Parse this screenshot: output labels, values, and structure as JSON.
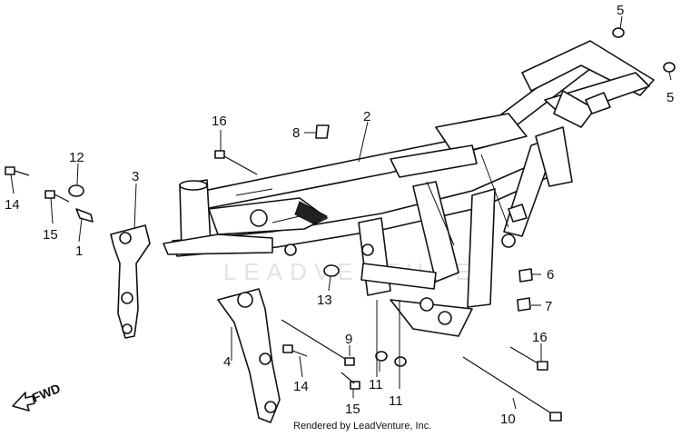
{
  "diagram": {
    "watermark": "LEADVENTURE",
    "credit": "Rendered by LeadVenture, Inc.",
    "direction_label": "FWD",
    "callouts": {
      "c1": "1",
      "c2": "2",
      "c3": "3",
      "c4": "4",
      "c5a": "5",
      "c5b": "5",
      "c6": "6",
      "c7": "7",
      "c8": "8",
      "c9": "9",
      "c10": "10",
      "c11a": "11",
      "c11b": "11",
      "c12": "12",
      "c13": "13",
      "c14a": "14",
      "c14b": "14",
      "c15a": "15",
      "c15b": "15",
      "c16a": "16",
      "c16b": "16"
    }
  }
}
